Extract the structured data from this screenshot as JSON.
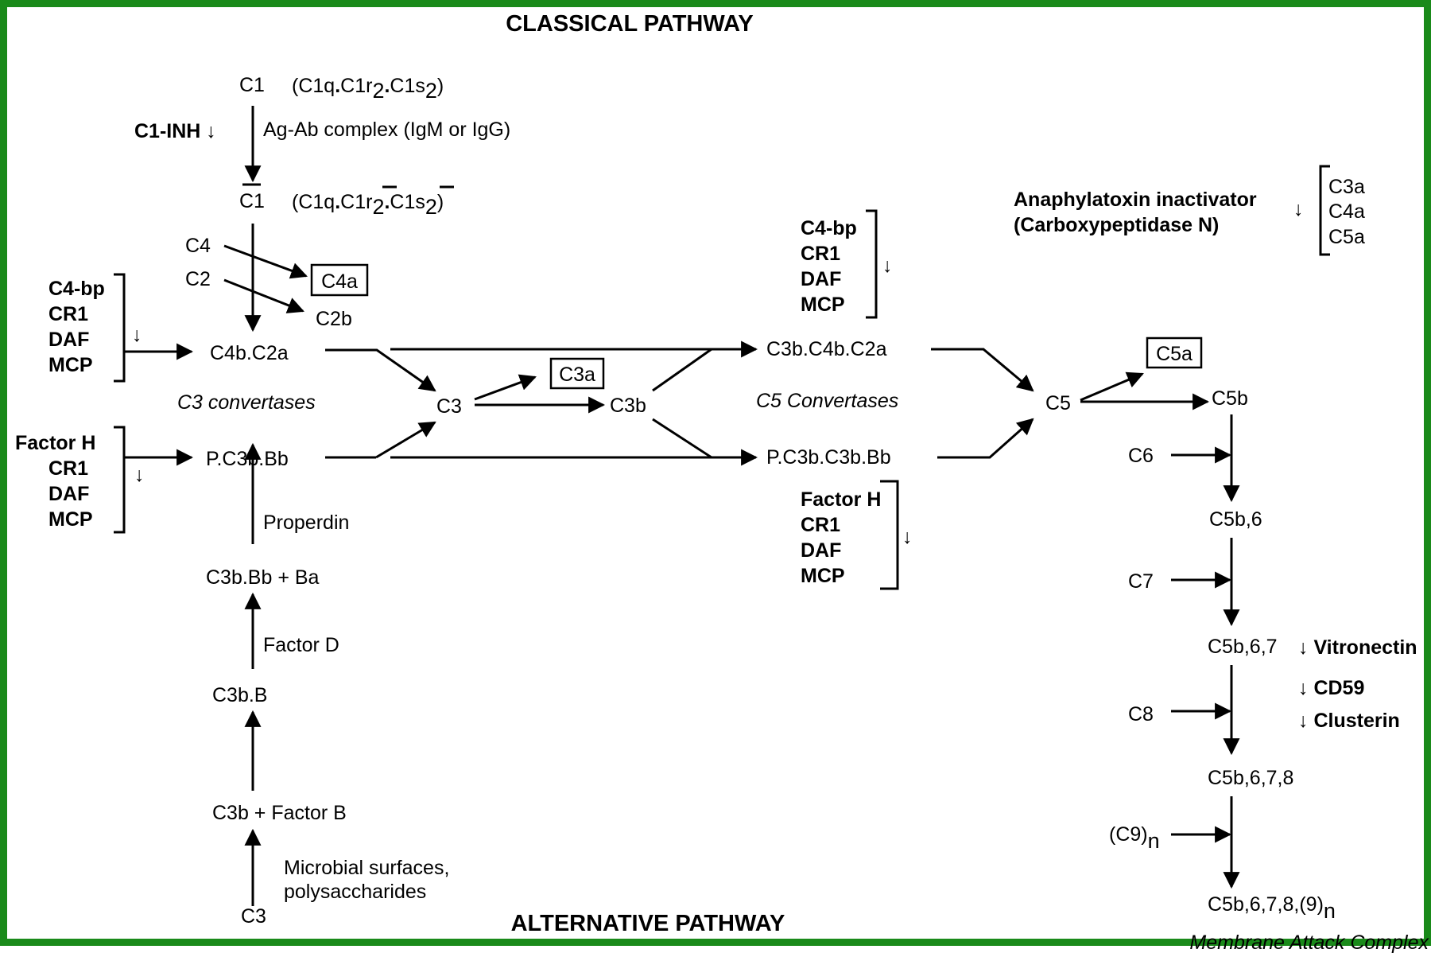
{
  "titles": {
    "classical": "CLASSICAL PATHWAY",
    "alternative": "ALTERNATIVE PATHWAY",
    "mac": "Membrane Attack Complex"
  },
  "classical": {
    "c1": "C1",
    "c1_components": "(C1q.C1r2.C1s2)",
    "c1inh": "C1-INH ↓",
    "trigger": "Ag-Ab complex (IgM or IgG)",
    "c1_active": "C1",
    "c1_active_components": "(C1q.C1r2.C1s2)",
    "c4": "C4",
    "c2": "C2",
    "c4a": "C4a",
    "c2b": "C2b",
    "c4b2a": "C4b.C2a",
    "c3_convertases": "C3 convertases"
  },
  "reg_left_top": {
    "items": [
      "C4-bp",
      "CR1",
      "DAF",
      "MCP"
    ],
    "arrow": "↓"
  },
  "reg_left_bottom": {
    "items": [
      "Factor H",
      "CR1",
      "DAF",
      "MCP"
    ],
    "arrow": "↓"
  },
  "alternative": {
    "pc3bbb": "P.C3b.Bb",
    "properdin": "Properdin",
    "c3bbb_ba": "C3b.Bb + Ba",
    "factor_d": "Factor D",
    "c3bb": "C3b.B",
    "c3b_factor_b": "C3b + Factor B",
    "microbial1": "Microbial surfaces,",
    "microbial2": "polysaccharides",
    "c3": "C3"
  },
  "center": {
    "c3": "C3",
    "c3a": "C3a",
    "c3b": "C3b"
  },
  "c5conv": {
    "classical": "C3b.C4b.C2a",
    "alternative": "P.C3b.C3b.Bb",
    "label": "C5 Convertases"
  },
  "reg_mid_top": {
    "items": [
      "C4-bp",
      "CR1",
      "DAF",
      "MCP"
    ],
    "arrow": "↓"
  },
  "reg_mid_bottom": {
    "items": [
      "Factor H",
      "CR1",
      "DAF",
      "MCP"
    ],
    "arrow": "↓"
  },
  "anaphylatoxin": {
    "line1": "Anaphylatoxin inactivator",
    "line2": "(Carboxypeptidase N)",
    "arrow": "↓",
    "items": [
      "C3a",
      "C4a",
      "C5a"
    ]
  },
  "terminal": {
    "c5": "C5",
    "c5a": "C5a",
    "c5b": "C5b",
    "c6": "C6",
    "c5b6": "C5b,6",
    "c7": "C7",
    "c5b67": "C5b,6,7",
    "c8": "C8",
    "c5b678": "C5b,6,7,8",
    "c9": "(C9)",
    "c9_sub": "n",
    "c5b6789": "C5b,6,7,8,(9)",
    "c5b6789_sub": "n"
  },
  "reg_terminal": {
    "vitronectin": "↓ Vitronectin",
    "cd59": "↓ CD59",
    "clusterin": "↓ Clusterin"
  }
}
